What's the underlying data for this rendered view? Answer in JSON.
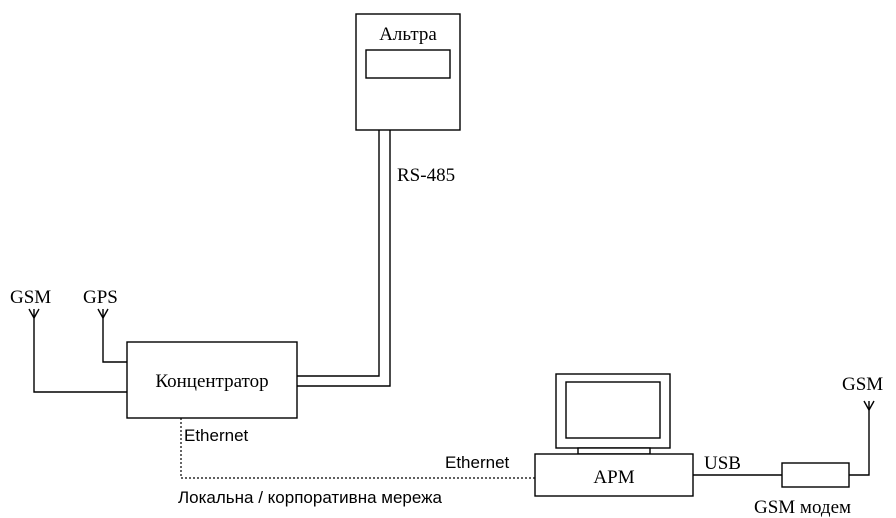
{
  "devices": {
    "meter": {
      "label": "Альтра"
    },
    "concentrator": {
      "label": "Концентратор"
    },
    "workstation": {
      "label": "АРМ"
    },
    "modem": {
      "label": "GSM модем"
    }
  },
  "antennas": {
    "conc_gsm": "GSM",
    "conc_gps": "GPS",
    "modem_gsm": "GSM"
  },
  "links": {
    "rs485": "RS-485",
    "ethernet_conc": "Ethernet",
    "ethernet_arm": "Ethernet",
    "usb": "USB",
    "network": "Локальна / корпоративна мережа"
  }
}
